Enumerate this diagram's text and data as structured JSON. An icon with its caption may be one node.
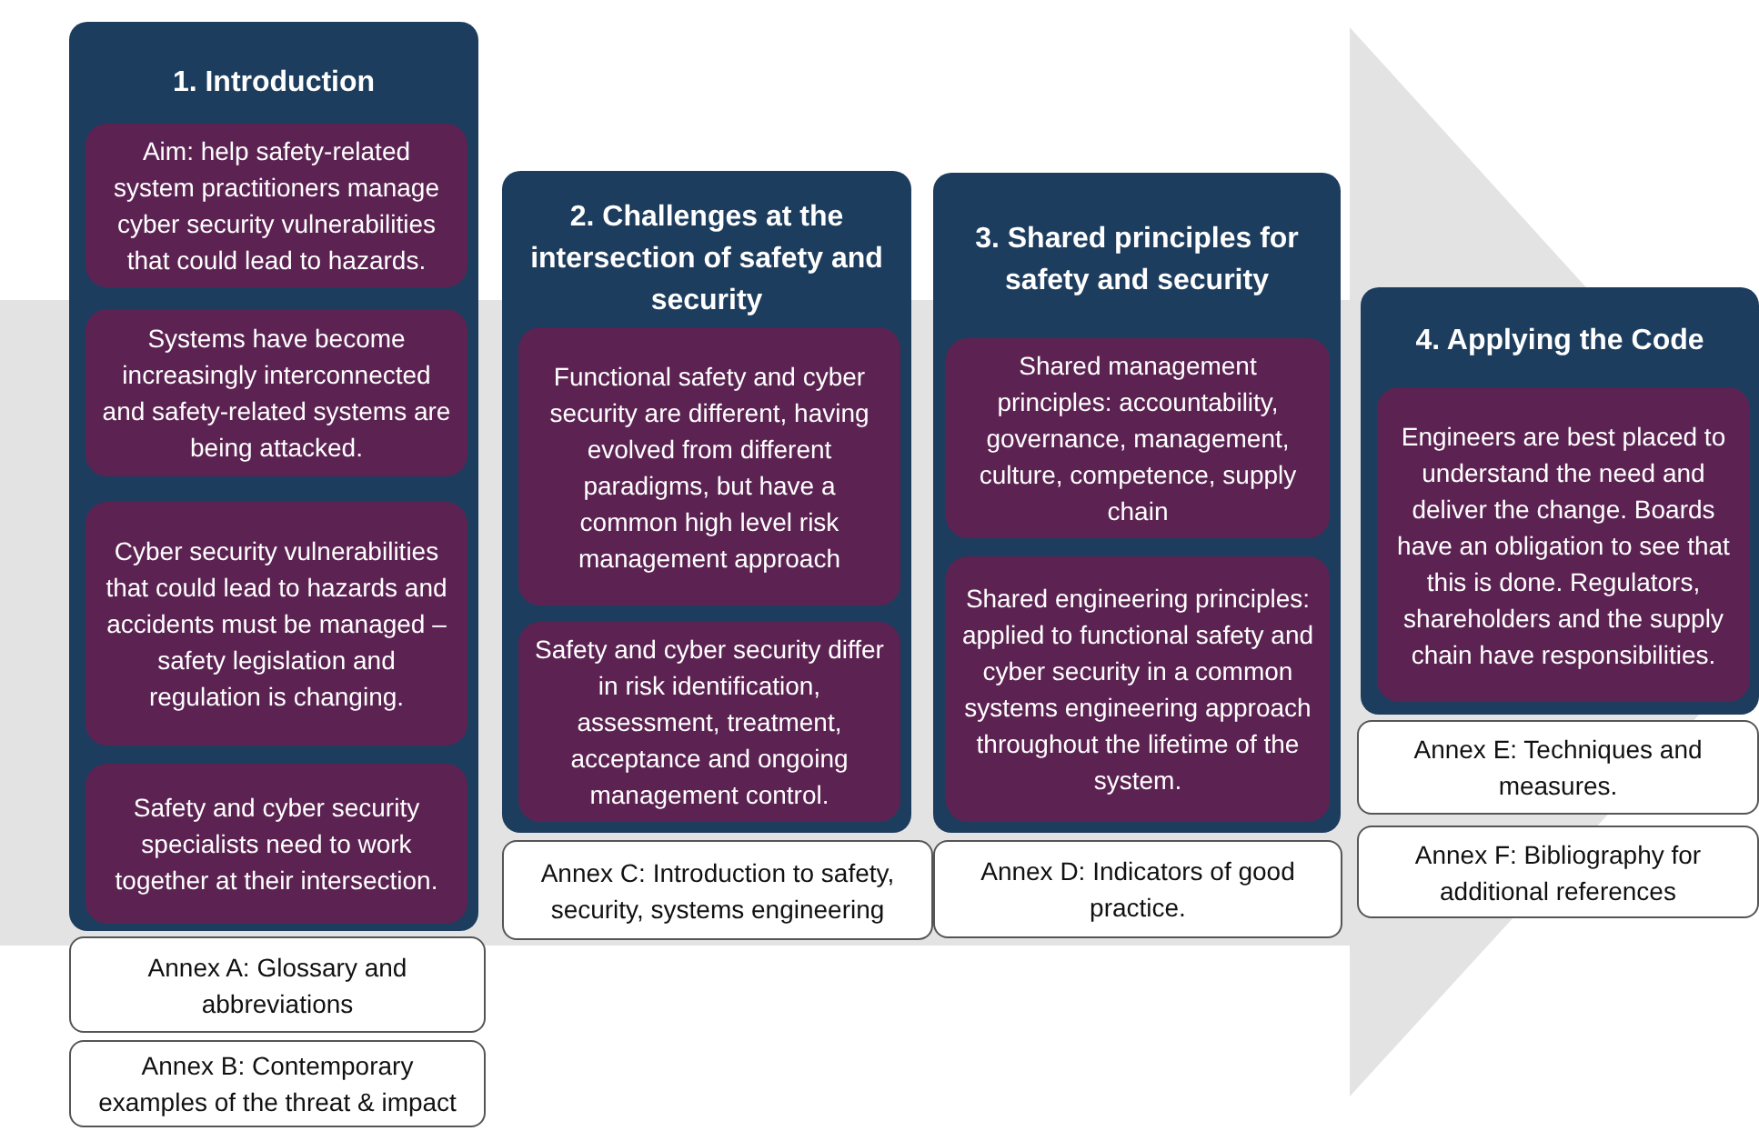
{
  "diagram": {
    "nodes": [
      {
        "text": [
          "1. Introduction"
        ]
      },
      {
        "text": [
          "Aim: help safety-related system practitioners manage cyber security vulnerabilities that could lead to hazards."
        ],
        "in": 0
      },
      {
        "text": [
          "Systems have become increasingly interconnected and safety-related systems are being attacked."
        ],
        "in": 0
      },
      {
        "text": [
          "Cyber security vulnerabilities that could lead to hazards and accidents must be managed – safety legislation and regulation is changing."
        ],
        "in": 0
      },
      {
        "text": [
          "Safety and cyber security specialists need to work together at their intersection."
        ],
        "in": 0
      },
      {
        "text": [
          "Annex A: Glossary and abbreviations"
        ]
      },
      {
        "text": [
          "Annex B: Contemporary examples of the threat & impact"
        ]
      },
      {
        "text": [
          "2. Challenges at the intersection of safety and security"
        ]
      },
      {
        "text": [
          "Functional safety and cyber security are different, having evolved from different paradigms, but have a common high level risk management approach"
        ],
        "in": 7
      },
      {
        "text": [
          "Safety and cyber security differ in risk identification, assessment, treatment, acceptance and ongoing management control."
        ],
        "in": 7
      },
      {
        "text": [
          "Annex C: Introduction to safety, security, systems engineering"
        ]
      },
      {
        "text": [
          "3. Shared principles for safety and security"
        ]
      },
      {
        "text": [
          "Shared management principles: accountability, governance, management, culture, competence, supply chain"
        ],
        "in": 11
      },
      {
        "text": [
          "Shared engineering principles: applied to functional safety and cyber security in a common systems engineering approach throughout the lifetime of the system."
        ],
        "in": 11
      },
      {
        "text": [
          "Annex D: Indicators of good practice."
        ]
      },
      {
        "text": [
          "4. Applying the Code"
        ]
      },
      {
        "text": [
          "Engineers are best placed to understand the need and deliver the change. Boards have an obligation to see that this is done. Regulators, shareholders and the supply chain have responsibilities."
        ],
        "in": 15
      },
      {
        "text": [
          "Annex E: Techniques and measures."
        ]
      },
      {
        "text": [
          "Annex F: Bibliography for additional references"
        ]
      }
    ]
  }
}
